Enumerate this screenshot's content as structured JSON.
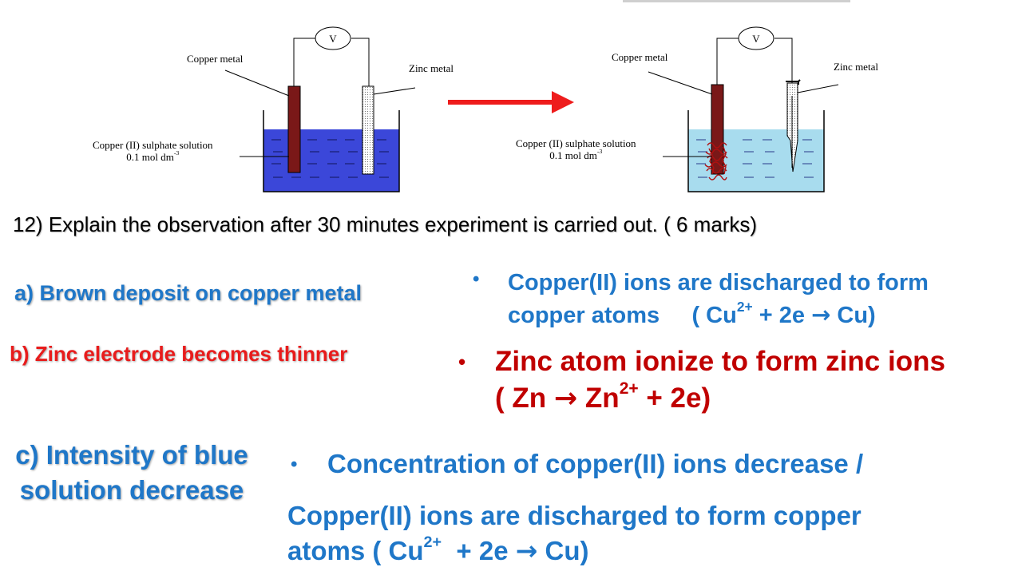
{
  "diagram_before": {
    "voltmeter_label": "V",
    "copper_label": "Copper metal",
    "zinc_label": "Zinc metal",
    "solution_line1": "Copper (II) sulphate solution",
    "solution_line2": "0.1 mol dm",
    "solution_line2_sup": "-3",
    "solution_color": "#3b47d9"
  },
  "diagram_after": {
    "voltmeter_label": "V",
    "copper_label": "Copper metal",
    "zinc_label": "Zinc metal",
    "solution_line1": "Copper (II) sulphate solution",
    "solution_line2": "0.1 mol dm",
    "solution_line2_sup": "-3",
    "solution_color": "#a8dcee"
  },
  "arrow_color": "#ee1c1c",
  "question": "12) Explain the observation after 30 minutes experiment is carried out. ( 6 marks)",
  "observations": [
    {
      "label": "a) Brown deposit on copper metal",
      "color": "#1f77c8",
      "explanation_line1": "Copper(II) ions are discharged to form",
      "explanation_line2_pre": "copper atoms     ( Cu",
      "explanation_line2_sup": "2+",
      "explanation_line2_mid": " + 2e ",
      "explanation_line2_arrow": "→",
      "explanation_line2_post": " Cu)"
    },
    {
      "label": "b) Zinc electrode becomes thinner",
      "color": "#e81c1c",
      "explanation_line1": "Zinc atom ionize to form zinc ions",
      "explanation_line2_pre": "( Zn ",
      "explanation_line2_arrow": "→",
      "explanation_line2_mid": " Zn",
      "explanation_line2_sup": "2+",
      "explanation_line2_post": " + 2e)",
      "explanation_color": "#c00000"
    },
    {
      "label_line1": "c) Intensity of blue",
      "label_line2": "solution decrease",
      "color": "#1f77c8",
      "explanation_line1": "Concentration of copper(II) ions decrease /",
      "explanation_line2": "Copper(II) ions are discharged to form copper",
      "explanation_line3_pre": "atoms ( Cu",
      "explanation_line3_sup": "2+",
      "explanation_line3_mid": "  + 2e ",
      "explanation_line3_arrow": "→",
      "explanation_line3_post": " Cu)"
    }
  ],
  "bullet": "•"
}
